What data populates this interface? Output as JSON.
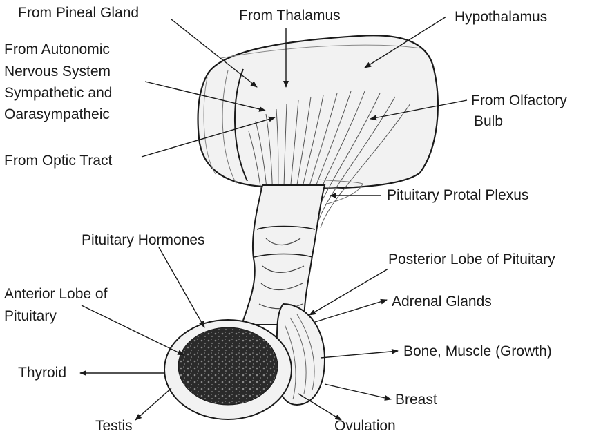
{
  "labels": {
    "pineal": "From Pineal Gland",
    "thalamus": "From Thalamus",
    "hypothalamus": "Hypothalamus",
    "autonomic_1": "From Autonomic",
    "autonomic_2": "Nervous System",
    "autonomic_3": "Sympathetic and",
    "autonomic_4": "Oarasympatheic",
    "olfactory_1": "From Olfactory",
    "olfactory_2": "Bulb",
    "optic": "From Optic Tract",
    "portal": "Pituitary Protal Plexus",
    "hormones": "Pituitary Hormones",
    "posterior": "Posterior Lobe of Pituitary",
    "anterior_1": "Anterior Lobe of",
    "anterior_2": "Pituitary",
    "adrenal": "Adrenal Glands",
    "bone": "Bone, Muscle (Growth)",
    "thyroid": "Thyroid",
    "breast": "Breast",
    "testis": "Testis",
    "ovulation": "Ovulation"
  },
  "colors": {
    "ink": "#1a1a1a",
    "tissue": "#f2f2f2",
    "dark_lobe": "#2a2a2a"
  }
}
